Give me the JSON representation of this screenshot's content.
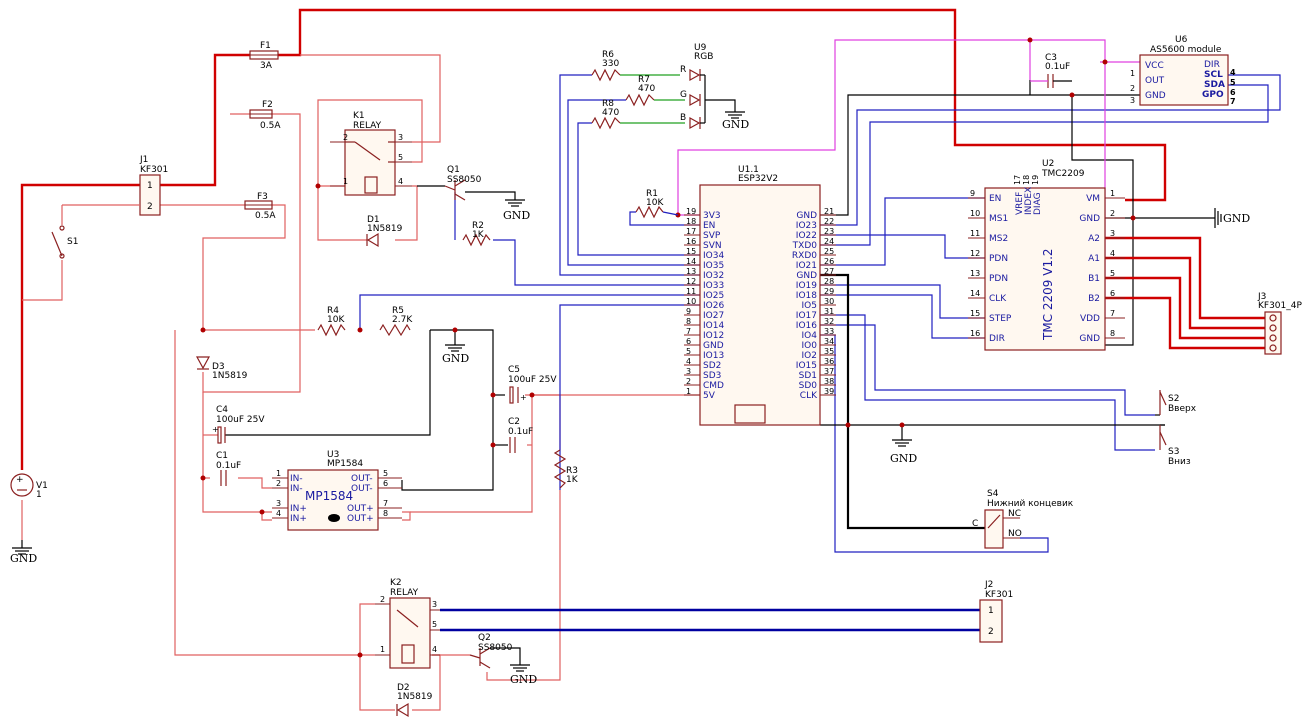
{
  "gnd_label": "GND",
  "fuses": [
    {
      "ref": "F1",
      "value": "3A"
    },
    {
      "ref": "F2",
      "value": "0.5A"
    },
    {
      "ref": "F3",
      "value": "0.5A"
    }
  ],
  "j1": {
    "ref": "J1",
    "value": "KF301",
    "pins": [
      "1",
      "2"
    ]
  },
  "s1": {
    "ref": "S1"
  },
  "v1": {
    "ref": "V1",
    "value": "1"
  },
  "k1": {
    "ref": "K1",
    "value": "RELAY",
    "pins": [
      "2",
      "3",
      "5",
      "1",
      "4"
    ]
  },
  "d1": {
    "ref": "D1",
    "value": "1N5819"
  },
  "q1": {
    "ref": "Q1",
    "value": "SS8050"
  },
  "r2": {
    "ref": "R2",
    "value": "1K"
  },
  "r4": {
    "ref": "R4",
    "value": "10K"
  },
  "r5": {
    "ref": "R5",
    "value": "2.7K"
  },
  "d3": {
    "ref": "D3",
    "value": "1N5819"
  },
  "c4": {
    "ref": "C4",
    "value": "100uF 25V"
  },
  "c1": {
    "ref": "C1",
    "value": "0.1uF"
  },
  "c5": {
    "ref": "C5",
    "value": "100uF 25V"
  },
  "c2": {
    "ref": "C2",
    "value": "0.1uF"
  },
  "r3": {
    "ref": "R3",
    "value": "1K"
  },
  "u3": {
    "ref": "U3",
    "value": "MP1584",
    "body_text": "MP1584",
    "pins_left": [
      {
        "num": "1",
        "name": "IN-"
      },
      {
        "num": "2",
        "name": "IN-"
      },
      {
        "num": "3",
        "name": "IN+"
      },
      {
        "num": "4",
        "name": "IN+"
      }
    ],
    "pins_right": [
      {
        "num": "5",
        "name": "OUT-"
      },
      {
        "num": "6",
        "name": "OUT-"
      },
      {
        "num": "7",
        "name": "OUT+"
      },
      {
        "num": "8",
        "name": "OUT+"
      }
    ]
  },
  "k2": {
    "ref": "K2",
    "value": "RELAY",
    "pins": [
      "2",
      "3",
      "5",
      "1",
      "4"
    ]
  },
  "d2": {
    "ref": "D2",
    "value": "1N5819"
  },
  "q2": {
    "ref": "Q2",
    "value": "SS8050"
  },
  "j2": {
    "ref": "J2",
    "value": "KF301",
    "pins": [
      "1",
      "2"
    ]
  },
  "u9": {
    "ref": "U9",
    "value": "RGB",
    "pins": [
      "R",
      "G",
      "B"
    ]
  },
  "r6": {
    "ref": "R6",
    "value": "330"
  },
  "r7": {
    "ref": "R7",
    "value": "470"
  },
  "r8": {
    "ref": "R8",
    "value": "470"
  },
  "r1": {
    "ref": "R1",
    "value": "10K"
  },
  "esp": {
    "ref": "U1.1",
    "value": "ESP32V2",
    "left": [
      {
        "num": "19",
        "name": "3V3"
      },
      {
        "num": "18",
        "name": "EN"
      },
      {
        "num": "17",
        "name": "SVP"
      },
      {
        "num": "16",
        "name": "SVN"
      },
      {
        "num": "15",
        "name": "IO34"
      },
      {
        "num": "14",
        "name": "IO35"
      },
      {
        "num": "13",
        "name": "IO32"
      },
      {
        "num": "12",
        "name": "IO33"
      },
      {
        "num": "11",
        "name": "IO25"
      },
      {
        "num": "10",
        "name": "IO26"
      },
      {
        "num": "9",
        "name": "IO27"
      },
      {
        "num": "8",
        "name": "IO14"
      },
      {
        "num": "7",
        "name": "IO12"
      },
      {
        "num": "6",
        "name": "GND"
      },
      {
        "num": "5",
        "name": "IO13"
      },
      {
        "num": "4",
        "name": "SD2"
      },
      {
        "num": "3",
        "name": "SD3"
      },
      {
        "num": "2",
        "name": "CMD"
      },
      {
        "num": "1",
        "name": "5V"
      }
    ],
    "right": [
      {
        "num": "21",
        "name": "GND"
      },
      {
        "num": "22",
        "name": "IO23"
      },
      {
        "num": "23",
        "name": "IO22"
      },
      {
        "num": "24",
        "name": "TXD0"
      },
      {
        "num": "25",
        "name": "RXD0"
      },
      {
        "num": "26",
        "name": "IO21"
      },
      {
        "num": "27",
        "name": "GND"
      },
      {
        "num": "28",
        "name": "IO19"
      },
      {
        "num": "29",
        "name": "IO18"
      },
      {
        "num": "30",
        "name": "IO5"
      },
      {
        "num": "31",
        "name": "IO17"
      },
      {
        "num": "32",
        "name": "IO16"
      },
      {
        "num": "33",
        "name": "IO4"
      },
      {
        "num": "34",
        "name": "IO0"
      },
      {
        "num": "35",
        "name": "IO2"
      },
      {
        "num": "36",
        "name": "IO15"
      },
      {
        "num": "37",
        "name": "SD1"
      },
      {
        "num": "38",
        "name": "SD0"
      },
      {
        "num": "39",
        "name": "CLK"
      }
    ]
  },
  "c3": {
    "ref": "C3",
    "value": "0.1uF"
  },
  "u6": {
    "ref": "U6",
    "value": "AS5600 module",
    "left": [
      {
        "num": "",
        "name": "VCC"
      },
      {
        "num": "1",
        "name": "OUT"
      },
      {
        "num": "2",
        "name": "GND"
      },
      {
        "num": "3",
        "name": ""
      }
    ],
    "right": [
      {
        "num": "4",
        "name": "DIR"
      },
      {
        "num": "5",
        "name": "SCL"
      },
      {
        "num": "6",
        "name": "SDA"
      },
      {
        "num": "7",
        "name": "GPO"
      }
    ]
  },
  "u2": {
    "ref": "U2",
    "value": "TMC2209",
    "body_text": "TMC 2209 V1.2",
    "top": [
      {
        "num": "17",
        "name": "VREF"
      },
      {
        "num": "18",
        "name": "INDEX"
      },
      {
        "num": "19",
        "name": "DIAG"
      }
    ],
    "left": [
      {
        "num": "9",
        "name": "EN"
      },
      {
        "num": "10",
        "name": "MS1"
      },
      {
        "num": "11",
        "name": "MS2"
      },
      {
        "num": "12",
        "name": "PDN"
      },
      {
        "num": "13",
        "name": "PDN"
      },
      {
        "num": "14",
        "name": "CLK"
      },
      {
        "num": "15",
        "name": "STEP"
      },
      {
        "num": "16",
        "name": "DIR"
      }
    ],
    "right": [
      {
        "num": "1",
        "name": "VM"
      },
      {
        "num": "2",
        "name": "GND"
      },
      {
        "num": "3",
        "name": "A2"
      },
      {
        "num": "4",
        "name": "A1"
      },
      {
        "num": "5",
        "name": "B1"
      },
      {
        "num": "6",
        "name": "B2"
      },
      {
        "num": "7",
        "name": "VDD"
      },
      {
        "num": "8",
        "name": "GND"
      }
    ]
  },
  "j3": {
    "ref": "J3",
    "value": "KF301_4P"
  },
  "s2": {
    "ref": "S2",
    "value": "Вверх"
  },
  "s3": {
    "ref": "S3",
    "value": "Вниз"
  },
  "s4": {
    "ref": "S4",
    "value": "Нижний концевик",
    "pins": [
      "C",
      "NC",
      "NO"
    ]
  }
}
